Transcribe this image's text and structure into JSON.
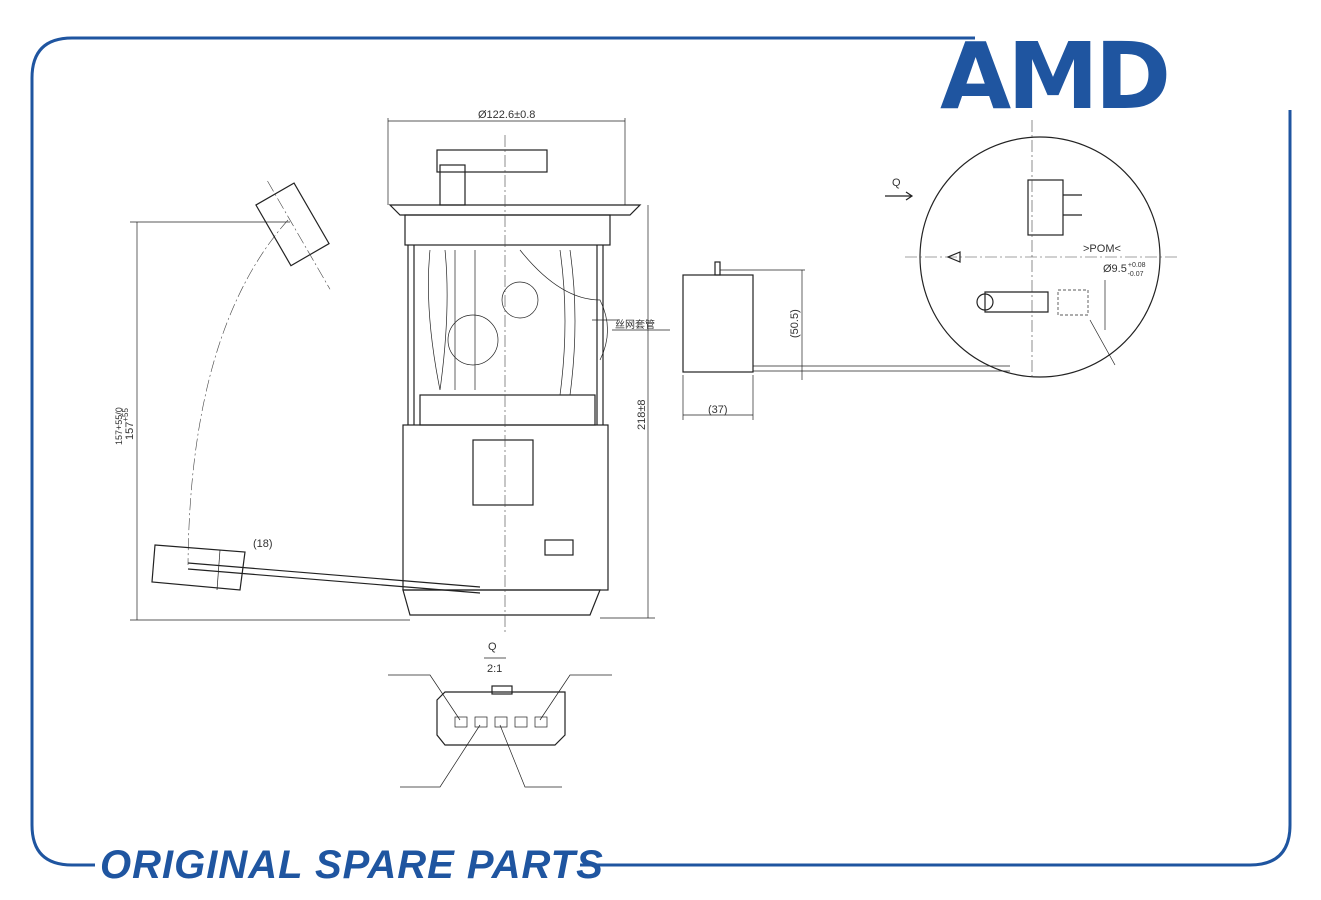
{
  "brand": {
    "logo_text": "AMD",
    "tagline": "ORIGINAL SPARE PARTS",
    "color": "#1f55a0"
  },
  "dimensions": {
    "top_diameter": "Ø122.6±0.8",
    "overall_height": "218±8",
    "float_arm_height": "157+55/0",
    "float_arm_height_main": "157",
    "float_arm_height_tol_upper": "+55",
    "float_arm_height_tol_lower": "0",
    "float_length": "(18)",
    "float_height": "(50.5)",
    "float_width": "(37)",
    "pipe_diameter": "Ø9.5",
    "pipe_tol_upper": "+0.08",
    "pipe_tol_lower": "-0.07"
  },
  "labels": {
    "mesh_sleeve": "丝网套管",
    "detail_view": "Q",
    "detail_scale": "2:1",
    "view_arrow": "Q",
    "material": ">POM<"
  }
}
